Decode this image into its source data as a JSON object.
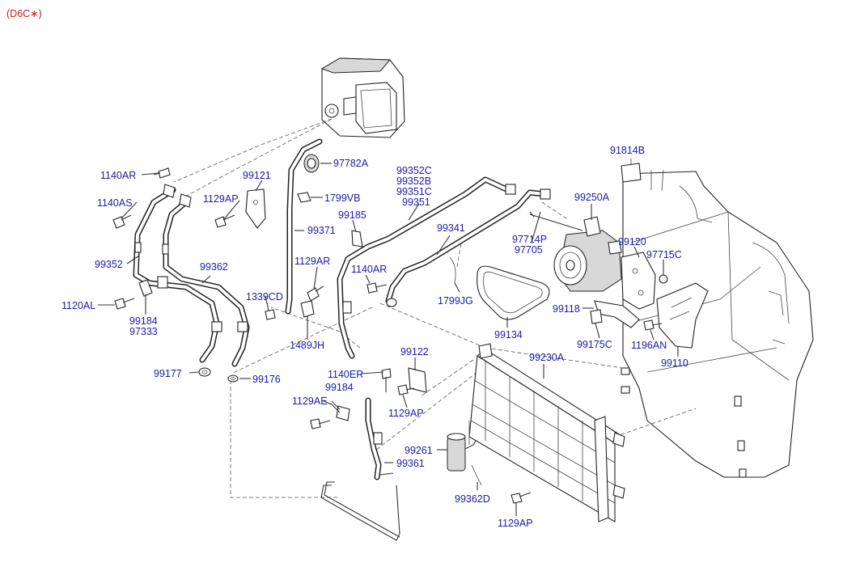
{
  "header": {
    "variant_code": "(D6C∗)"
  },
  "colors": {
    "label": "#1a1aa8",
    "header": "#d11a1a",
    "line": "#333333"
  },
  "labels": {
    "p91814B": "91814B",
    "p1140AR_a": "1140AR",
    "p99121": "99121",
    "p97782A": "97782A",
    "p99352C": "99352C",
    "p99352B": "99352B",
    "p99351C": "99351C",
    "p99351": "99351",
    "p99250A": "99250A",
    "p1140AS": "1140AS",
    "p1129AP_a": "1129AP",
    "p1799VB": "1799VB",
    "p99185": "99185",
    "p99371": "99371",
    "p99341": "99341",
    "p97714P": "97714P",
    "p97705": "97705",
    "p99120": "99120",
    "p97715C": "97715C",
    "p99352": "99352",
    "p99362": "99362",
    "p1129AR": "1129AR",
    "p1140AR_b": "1140AR",
    "p1339CD": "1339CD",
    "p1799JG": "1799JG",
    "p1120AL": "1120AL",
    "p99184_a": "99184",
    "p97333": "97333",
    "p99118": "99118",
    "p99134": "99134",
    "p99175C": "99175C",
    "p1196AN": "1196AN",
    "p1489JH": "1489JH",
    "p99110": "99110",
    "p99122": "99122",
    "p99230A": "99230A",
    "p99177": "99177",
    "p99176": "99176",
    "p1140ER": "1140ER",
    "p99184_b": "99184",
    "p1129AE": "1129AE",
    "p1129AP_b": "1129AP",
    "p99261": "99261",
    "p99361": "99361",
    "p99362D": "99362D",
    "p1129AP_c": "1129AP"
  }
}
